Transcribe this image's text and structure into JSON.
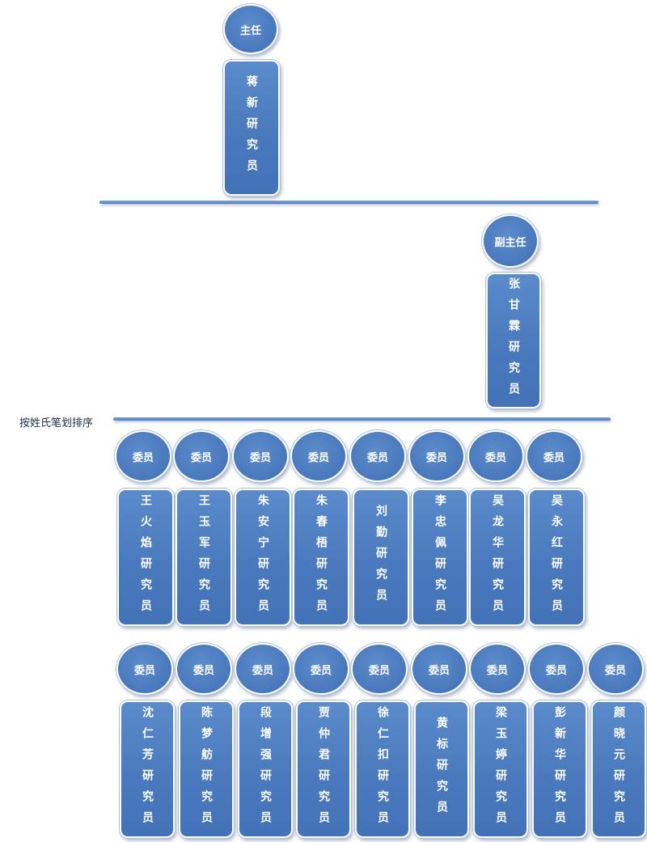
{
  "director": {
    "title": "主任",
    "name": "蒋新研究员"
  },
  "deputy": {
    "title": "副主任",
    "name": "张甘霖研究员"
  },
  "note": "按姓氏笔划排序",
  "member_title": "委员",
  "row1": [
    "王火焰研究员",
    "王玉军研究员",
    "朱安宁研究员",
    "朱春梧研究员",
    "刘勤研究员",
    "李忠佩研究员",
    "吴龙华研究员",
    "吴永红研究员"
  ],
  "row2": [
    "沈仁芳研究员",
    "陈梦舫研究员",
    "段增强研究员",
    "贾仲君研究员",
    "徐仁扣研究员",
    "黄标研究员",
    "梁玉婷研究员",
    "彭新华研究员",
    "颜晓元研究员"
  ],
  "colors": {
    "node": "#4a79bd",
    "border": "#ffffff",
    "line": "#4f7fc0",
    "text": "#ffffff"
  }
}
